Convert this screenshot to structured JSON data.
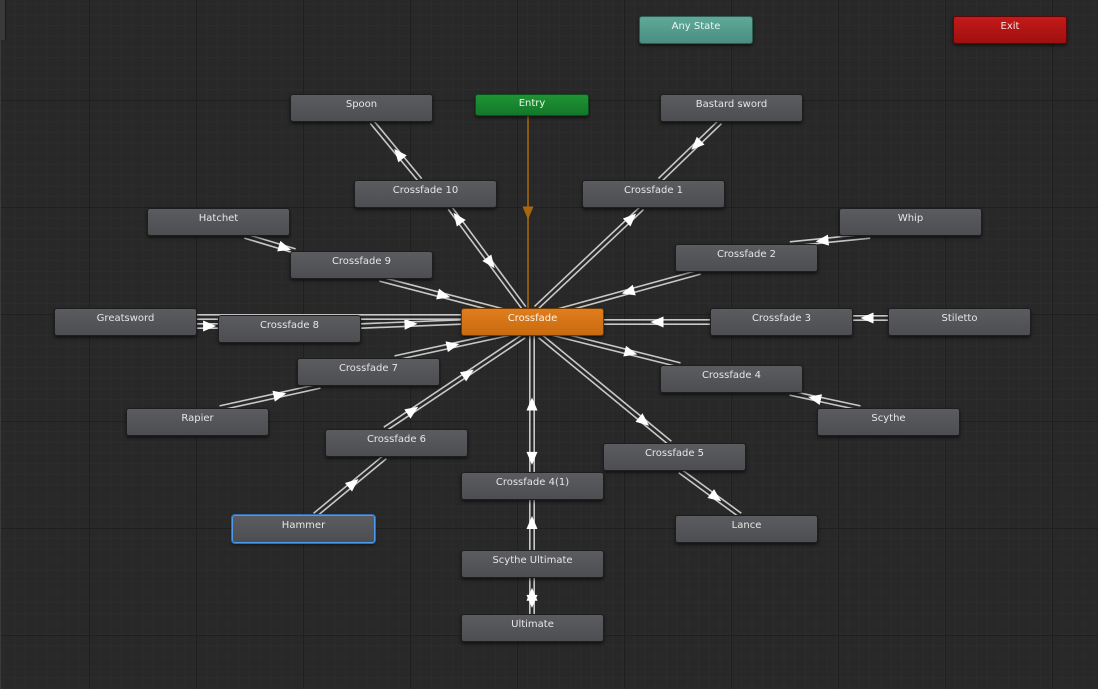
{
  "graph": {
    "special_states": {
      "entry": "Entry",
      "any_state": "Any State",
      "exit": "Exit"
    },
    "default_state": "Crossfade",
    "states": {
      "spoon": "Spoon",
      "bastard_sword": "Bastard sword",
      "crossfade_10": "Crossfade 10",
      "crossfade_1": "Crossfade 1",
      "hatchet": "Hatchet",
      "whip": "Whip",
      "crossfade_9": "Crossfade 9",
      "crossfade_2": "Crossfade 2",
      "greatsword": "Greatsword",
      "crossfade_8": "Crossfade 8",
      "crossfade_3": "Crossfade 3",
      "stiletto": "Stiletto",
      "crossfade_7": "Crossfade 7",
      "crossfade_4": "Crossfade 4",
      "rapier": "Rapier",
      "scythe": "Scythe",
      "crossfade_6": "Crossfade 6",
      "crossfade_5": "Crossfade 5",
      "crossfade_4_1": "Crossfade 4(1)",
      "hammer": "Hammer",
      "lance": "Lance",
      "scythe_ultimate": "Scythe Ultimate",
      "ultimate": "Ultimate"
    },
    "selected_state": "Hammer",
    "colors": {
      "background": "#282828",
      "transition_line": "#c8c8c8",
      "entry_transition": "#8a5a12",
      "default_state": "#e07d1d",
      "entry_state": "#1f9434",
      "any_state": "#5fa99a",
      "exit_state": "#c41a1a",
      "selection_outline": "#4a9cf0"
    }
  }
}
